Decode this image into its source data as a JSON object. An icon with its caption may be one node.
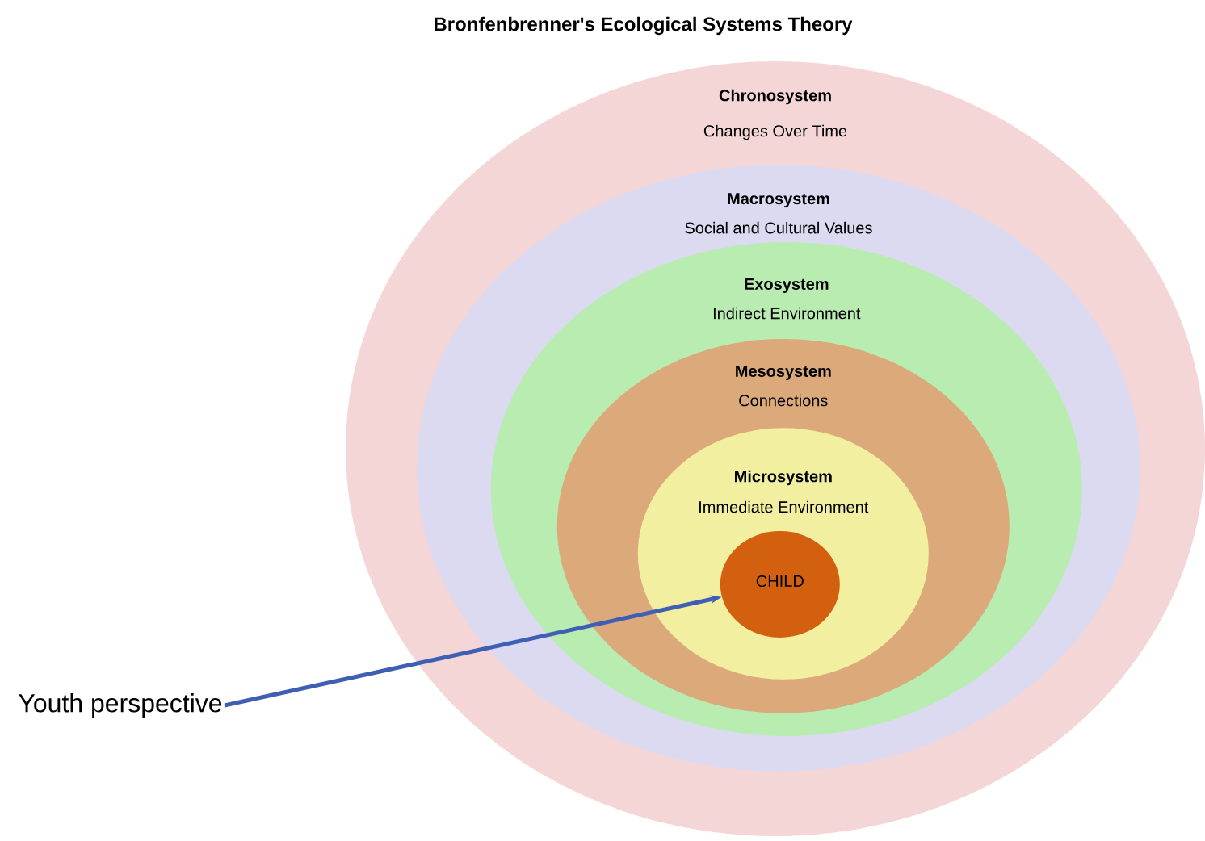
{
  "diagram": {
    "title": "Bronfenbrenner's Ecological Systems Theory",
    "nodes": [
      {
        "text": [
          "Chronosystem",
          "Changes Over Time"
        ]
      },
      {
        "text": [
          "Macrosystem",
          "Social and Cultural Values"
        ],
        "in": 0
      },
      {
        "text": [
          "Exosystem",
          "Indirect Environment"
        ],
        "in": 1
      },
      {
        "text": [
          "Mesosystem",
          "Connections"
        ],
        "in": 2
      },
      {
        "text": [
          "Microsystem",
          "Immediate Environment"
        ],
        "in": 3
      },
      {
        "text": [
          "CHILD"
        ],
        "in": 4
      },
      {
        "text": [
          "Youth perspective"
        ]
      }
    ],
    "edges": [
      {
        "from": 6,
        "to": 5,
        "arrow": "to"
      }
    ]
  }
}
